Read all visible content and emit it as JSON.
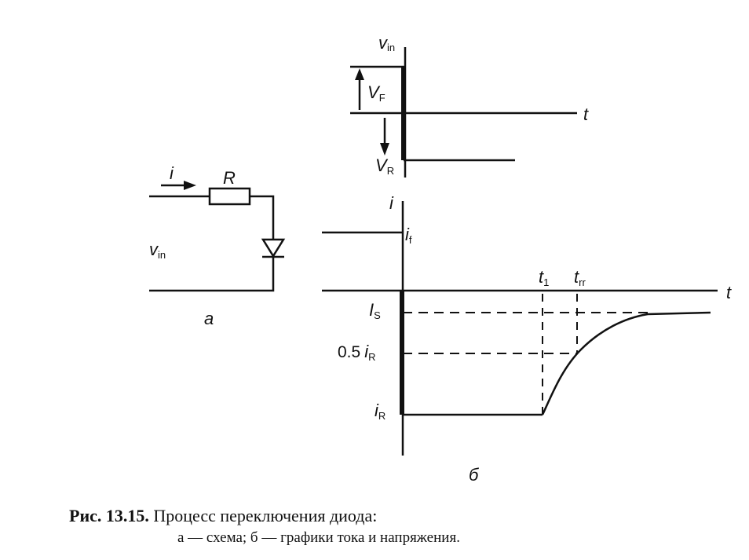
{
  "circuit": {
    "current_label": "i",
    "resistor_label": "R",
    "input_label": "v",
    "input_sub": "in",
    "panel_label": "a"
  },
  "voltage_plot": {
    "y_label": "v",
    "y_sub": "in",
    "x_label": "t",
    "vf_label": "V",
    "vf_sub": "F",
    "vr_label": "V",
    "vr_sub": "R"
  },
  "current_plot": {
    "y_label": "i",
    "x_label": "t",
    "if_label": "i",
    "if_sub": "f",
    "is_label": "I",
    "is_sub": "S",
    "half_ir_prefix": "0.5",
    "half_ir_label": "i",
    "half_ir_sub": "R",
    "ir_label": "i",
    "ir_sub": "R",
    "t1_label": "t",
    "t1_sub": "1",
    "trr_label": "t",
    "trr_sub": "rr",
    "panel_label": "б"
  },
  "caption": {
    "figure_number": "Рис. 13.15.",
    "title": "Процесс переключения диода:",
    "subtitle": "а — схема; б — графики тока и напряжения."
  },
  "colors": {
    "ink": "#111111",
    "background": "#ffffff"
  }
}
